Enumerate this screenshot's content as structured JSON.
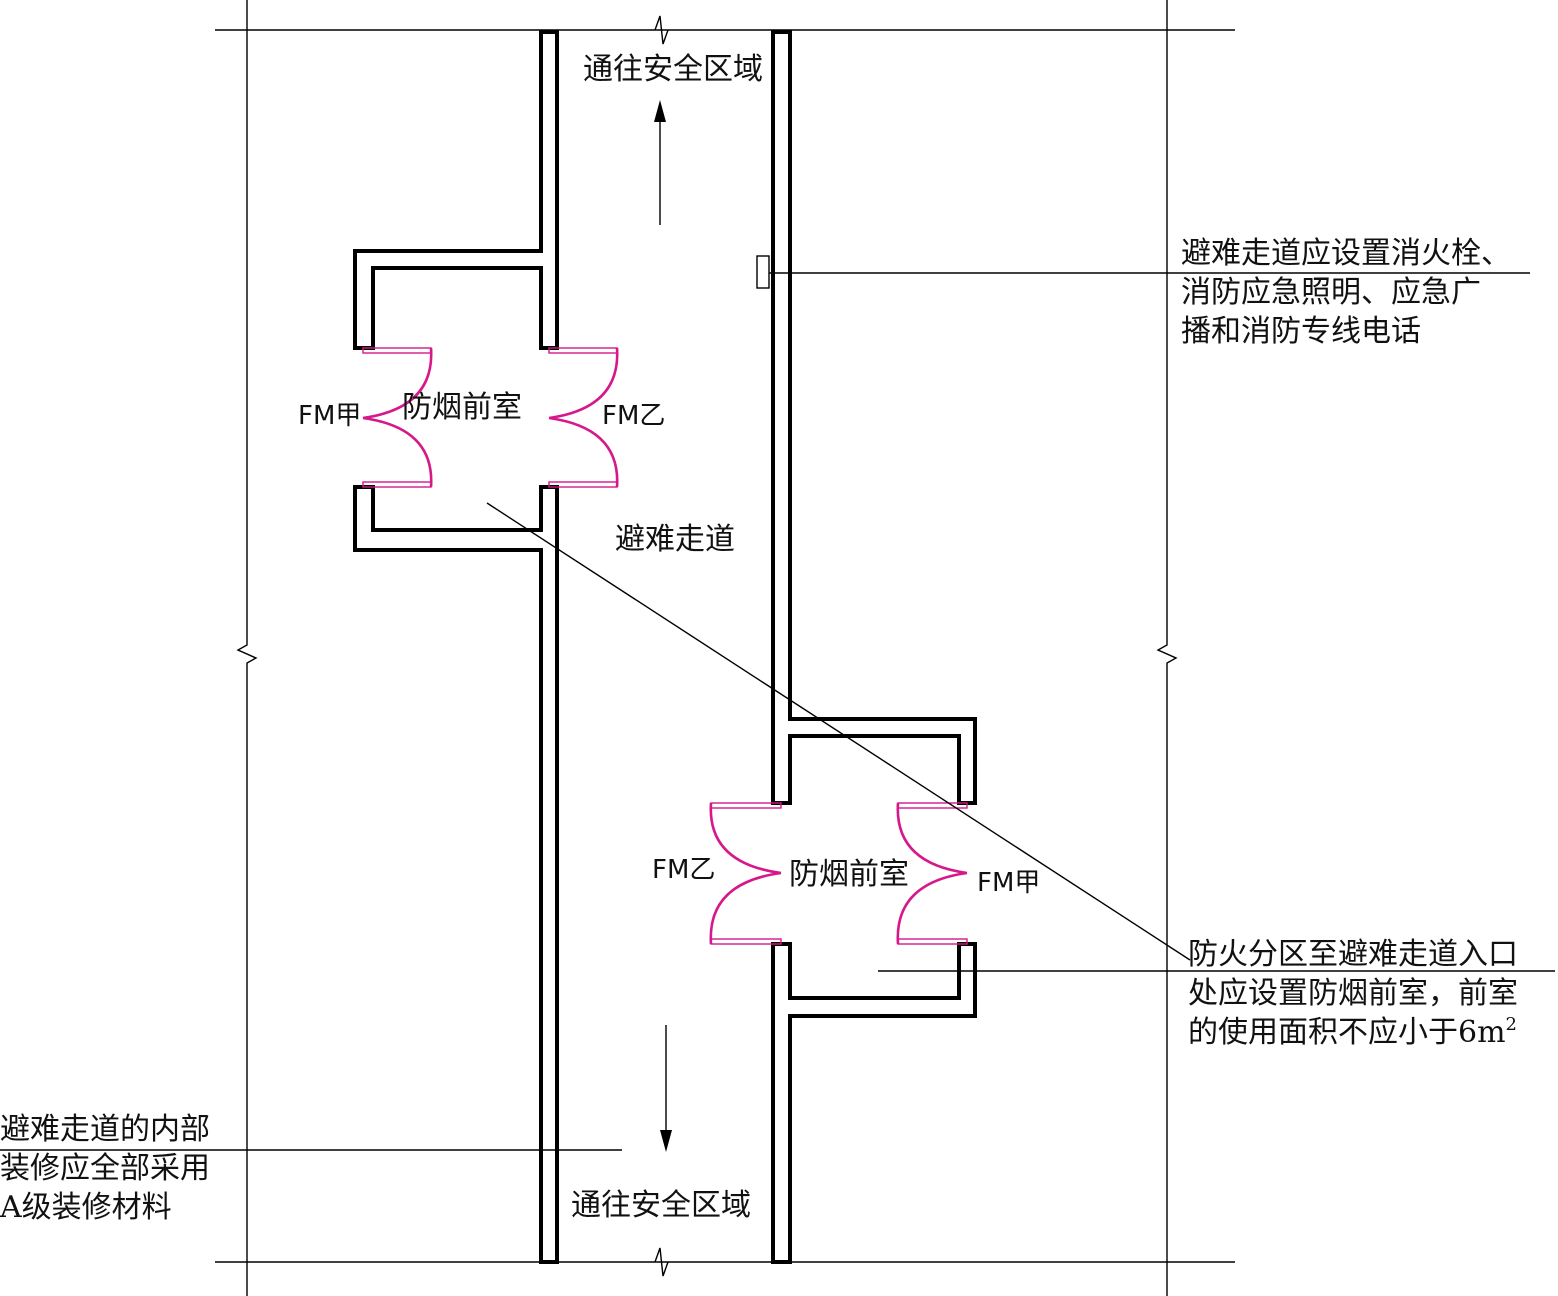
{
  "colors": {
    "door": "#d6188a",
    "line": "#000000"
  },
  "labels": {
    "safe_area_top": "通往安全区域",
    "safe_area_bottom": "通往安全区域",
    "corridor": "避难走道",
    "anteroom_upper": "防烟前室",
    "anteroom_lower": "防烟前室",
    "door_upper_left": "FM甲",
    "door_upper_right": "FM乙",
    "door_lower_left": "FM乙",
    "door_lower_right": "FM甲"
  },
  "notes": {
    "equipment": [
      "避难走道应设置消火栓、",
      "消防应急照明、应急广",
      "播和消防专线电话"
    ],
    "anteroom": [
      "防火分区至避难走道入口",
      "处应设置防烟前室，前室",
      "的使用面积不应小于6m",
      "2"
    ],
    "finish": [
      "避难走道的内部",
      "装修应全部采用",
      "A级装修材料"
    ]
  }
}
